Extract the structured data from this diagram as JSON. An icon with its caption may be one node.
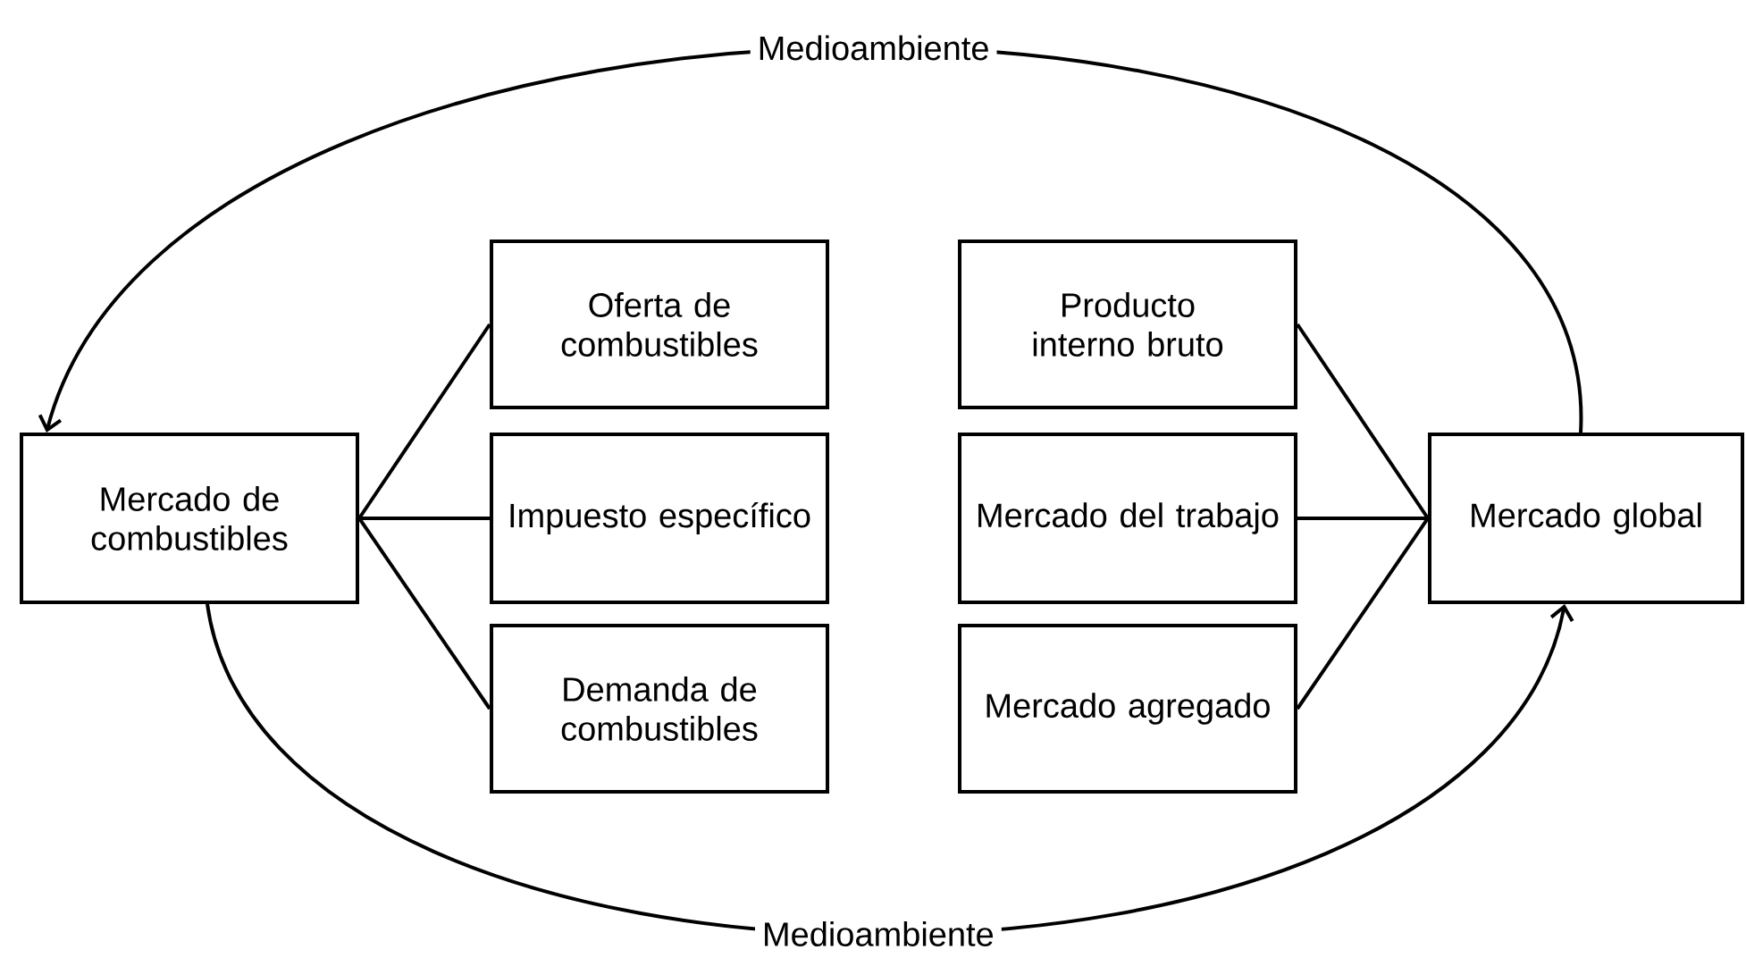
{
  "diagram": {
    "nodes": [
      {
        "text": [
          "Mercado de combustibles"
        ]
      },
      {
        "text": [
          "Oferta de combustibles"
        ]
      },
      {
        "text": [
          "Impuesto específico"
        ]
      },
      {
        "text": [
          "Demanda de combustibles"
        ]
      },
      {
        "text": [
          "Producto interno bruto"
        ]
      },
      {
        "text": [
          "Mercado del trabajo"
        ]
      },
      {
        "text": [
          "Mercado agregado"
        ]
      },
      {
        "text": [
          "Mercado global"
        ]
      }
    ],
    "edges": [
      {
        "from": 0,
        "to": 1,
        "arrow": "none"
      },
      {
        "from": 0,
        "to": 2,
        "arrow": "none"
      },
      {
        "from": 0,
        "to": 3,
        "arrow": "none"
      },
      {
        "from": 4,
        "to": 7,
        "arrow": "none"
      },
      {
        "from": 5,
        "to": 7,
        "arrow": "none"
      },
      {
        "from": 6,
        "to": 7,
        "arrow": "none"
      },
      {
        "from": 7,
        "to": 0,
        "arrow": "to",
        "label": "Medioambiente"
      },
      {
        "from": 0,
        "to": 7,
        "arrow": "to",
        "label": "Medioambiente"
      }
    ]
  }
}
